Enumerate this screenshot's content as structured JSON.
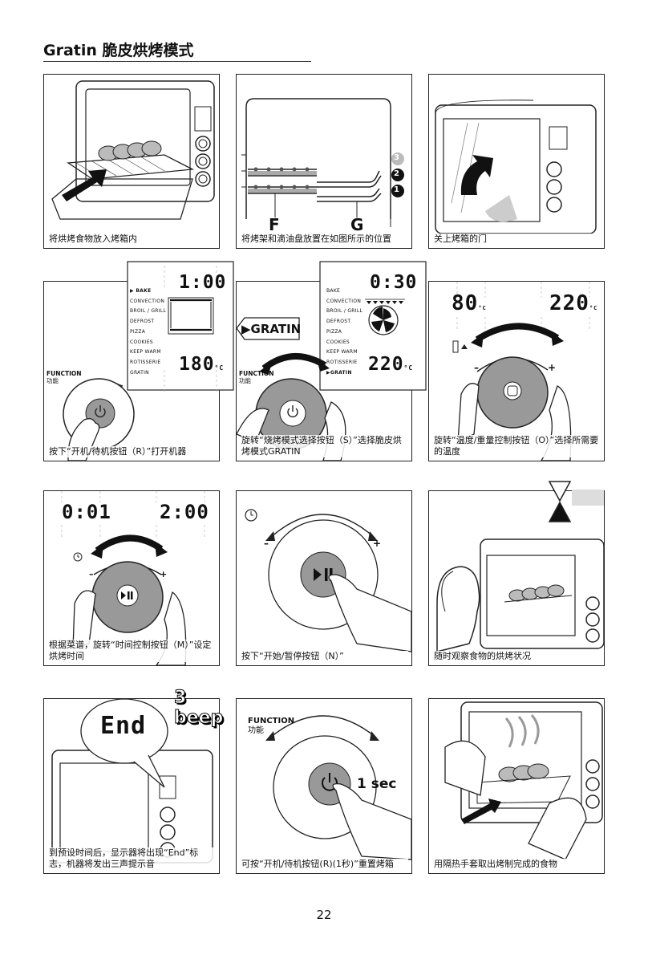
{
  "header": {
    "title": "Gratin 脆皮烘烤模式"
  },
  "steps": [
    {
      "caption": "将烘烤食物放入烤箱内"
    },
    {
      "caption": "将烤架和滴油盘放置在如图所示的位置",
      "label_f": "F",
      "label_g": "G",
      "positions": [
        "3",
        "2",
        "1"
      ]
    },
    {
      "caption": "关上烤箱的门"
    },
    {
      "caption": "按下“开机/待机按钮（R）”打开机器",
      "display_time": "1:00",
      "display_temp": "180",
      "temp_unit": "°C",
      "menu": [
        "BAKE",
        "CONVECTION",
        "BROIL / GRILL",
        "DEFROST",
        "PIZZA",
        "COOKIES",
        "KEEP WARM",
        "ROTISSERIE",
        "GRATIN"
      ],
      "function_label": "FUNCTION",
      "function_label_cn": "功能"
    },
    {
      "caption": "旋转“烧烤模式选择按钮（S）”选择脆皮烘烤模式GRATIN",
      "display_time": "0:30",
      "display_temp": "220",
      "temp_unit": "°C",
      "mode_callout": "▶GRATIN",
      "menu": [
        "BAKE",
        "CONVECTION",
        "BROIL / GRILL",
        "DEFROST",
        "PIZZA",
        "COOKIES",
        "KEEP WARM",
        "ROTISSERIE",
        "GRATIN"
      ],
      "function_label": "FUNCTION",
      "function_label_cn": "功能"
    },
    {
      "caption": "旋转“温度/重量控制按钮（O）”选择所需要的温度",
      "temp_min": "80",
      "temp_max": "220",
      "temp_unit": "°C",
      "minus": "–",
      "plus": "+"
    },
    {
      "caption": "根据菜谱，旋转“时间控制按钮（M）”设定烘烤时间",
      "time_min": "0:01",
      "time_max": "2:00",
      "minus": "–",
      "plus": "+"
    },
    {
      "caption": "按下“开始/暂停按钮（N）”",
      "minus": "–",
      "plus": "+"
    },
    {
      "caption": "随时观察食物的烘烤状况"
    },
    {
      "caption": "到预设时间后，显示器将出现“End”标志，机器将发出三声提示音",
      "display": "End",
      "beep": "3 beep"
    },
    {
      "caption": "可按“开机/待机按钮(R)(1秒)”重置烤箱",
      "function_label": "FUNCTION",
      "function_label_cn": "功能",
      "press_time": "1 sec"
    },
    {
      "caption": "用隔热手套取出烤制完成的食物"
    }
  ],
  "page_number": "22"
}
